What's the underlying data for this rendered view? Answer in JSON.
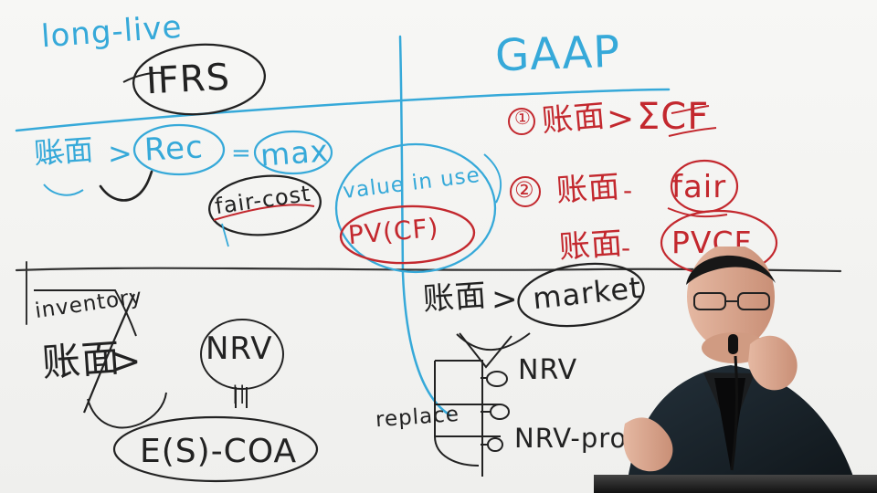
{
  "whiteboard": {
    "ifrs_heading": "long-live",
    "ifrs_label": "IFRS",
    "gaap_label": "GAAP",
    "ifrs_rule": {
      "lhs": "账面",
      "op": ">",
      "recoverable": "Rec",
      "equals": "=",
      "max": "max",
      "fair_cost": "fair-cost",
      "value_in_use": "value in use",
      "pv": "PV(CF)"
    },
    "gaap_rules": {
      "step1_number": "①",
      "step1_lhs": "账面",
      "step1_op": ">",
      "step1_rhs": "ΣCF",
      "step2_number": "②",
      "step2_lhs": "账面",
      "step2_op": "-",
      "step2_rhs": "fair",
      "step2b_lhs": "账面",
      "step2b_op": "-",
      "step2b_rhs": "PVCF"
    },
    "inventory": {
      "title": "inventory",
      "lhs": "账面",
      "op": ">",
      "nrv": "NRV",
      "equals": "||",
      "formula": "E(S)-COA"
    },
    "market": {
      "lhs": "账面",
      "op": ">",
      "market": "market",
      "nrv": "NRV",
      "replace": "replace",
      "nrv_profit": "NRV-pro"
    }
  },
  "colors": {
    "board": "#f3f3f1",
    "blue_ink": "#36a9d9",
    "red_ink": "#c3282e",
    "black_ink": "#202020"
  }
}
